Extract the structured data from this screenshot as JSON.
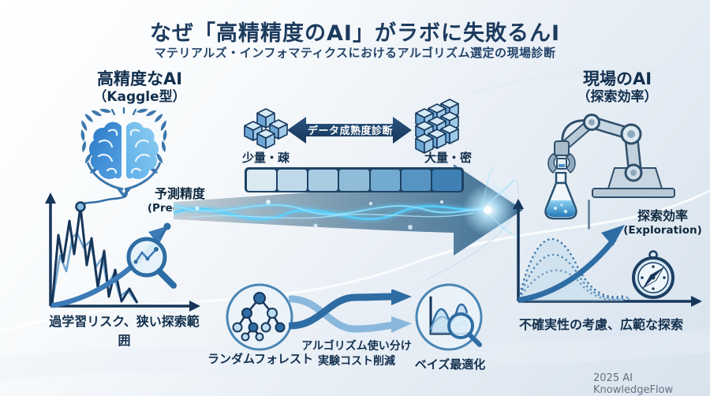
{
  "header": {
    "title": "なぜ「高精精度のAI」がラボに失敗るんI",
    "subtitle": "マテリアルズ・インフォマティクスにおけるアルゴリズム選定の現場診断"
  },
  "left_panel": {
    "heading": "高精度なAI",
    "subheading": "（Kaggle型）",
    "metric_label": "予測精度",
    "metric_sublabel": "(Precision)",
    "caption": "過学習リスク、狭い探索範囲"
  },
  "maturity": {
    "sparse_label": "少量・疎",
    "dense_label": "大量・密",
    "arrow_label": "データ成熟度診断",
    "scale_colors": [
      "#dbe9f3",
      "#c0d9ea",
      "#a8cce2",
      "#8fbcd9",
      "#73aacf",
      "#5695c3",
      "#3f81b4"
    ]
  },
  "flow": {
    "left_label": "ランダムフォレスト",
    "middle_label_line1": "アルゴリズム使い分け",
    "middle_label_line2": "実験コスト削減",
    "right_label": "ベイズ最適化"
  },
  "right_panel": {
    "heading": "現場のAI",
    "subheading": "（探索効率）",
    "metric_label": "探索効率",
    "metric_sublabel": "(Exploration)",
    "caption": "不確実性の考慮、広範な探索"
  },
  "footer": {
    "credit": "2025 AI KnowledgeFlow"
  },
  "colors": {
    "title_navy": "#1d3b5e",
    "outline_navy": "#16365a",
    "accent_blue": "#2e6da4",
    "glow_cyan": "#58d2ff"
  }
}
